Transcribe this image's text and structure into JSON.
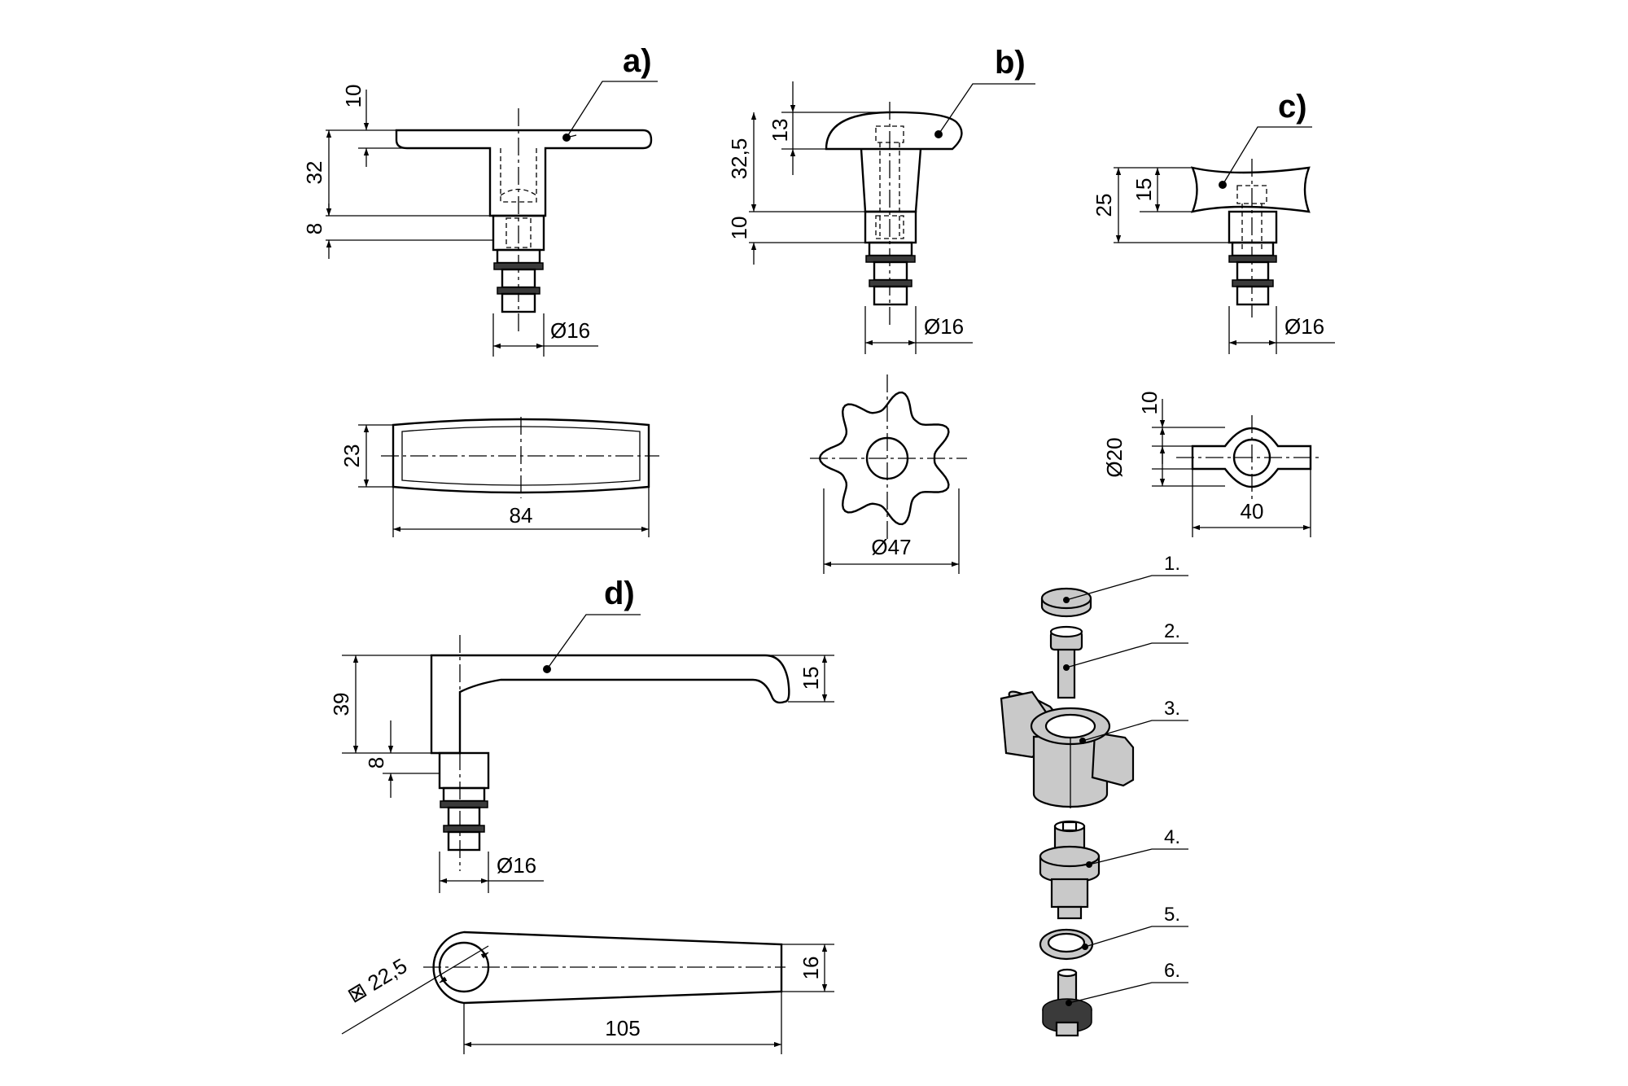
{
  "variants": {
    "a": {
      "label": "a)",
      "dim_top": "10",
      "dim_height": "32",
      "dim_stem": "8",
      "dim_shaft_dia": "Ø16",
      "dim_width": "23",
      "dim_length": "84"
    },
    "b": {
      "label": "b)",
      "dim_top": "13",
      "dim_height": "32,5",
      "dim_stem": "10",
      "dim_shaft_dia": "Ø16",
      "dim_knob_dia": "Ø47"
    },
    "c": {
      "label": "c)",
      "dim_top": "15",
      "dim_height": "25",
      "dim_shaft_dia": "Ø16",
      "dim_top_view": "10",
      "dim_hub_dia": "Ø20",
      "dim_length": "40"
    },
    "d": {
      "label": "d)",
      "dim_height": "39",
      "dim_stem": "8",
      "dim_lever_end": "15",
      "dim_shaft_dia": "Ø16",
      "dim_hub": "⊠ 22,5",
      "dim_width": "16",
      "dim_length": "105"
    }
  },
  "parts": [
    {
      "number": "1."
    },
    {
      "number": "2."
    },
    {
      "number": "3."
    },
    {
      "number": "4."
    },
    {
      "number": "5."
    },
    {
      "number": "6."
    }
  ]
}
